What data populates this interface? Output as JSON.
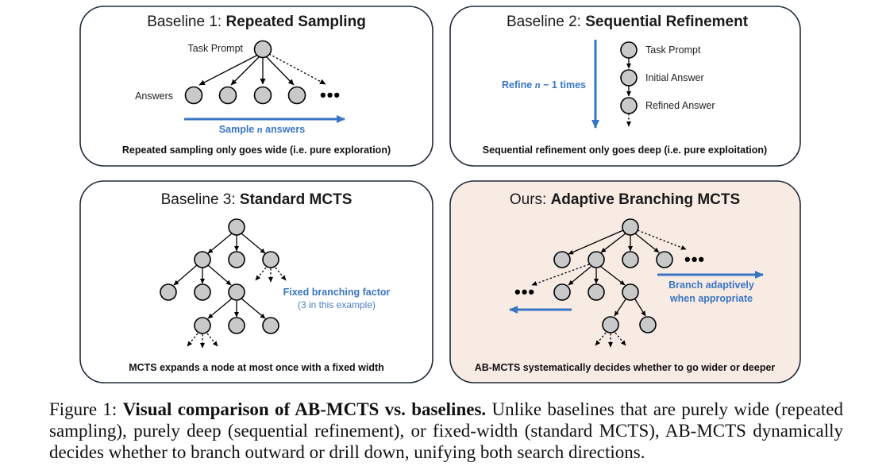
{
  "panels": {
    "p1": {
      "title_prefix": "Baseline 1: ",
      "title_bold": "Repeated Sampling",
      "task_prompt": "Task Prompt",
      "answers": "Answers",
      "arrow_pre": "Sample ",
      "arrow_var": "n",
      "arrow_post": " answers",
      "caption": "Repeated sampling only goes wide (i.e. pure exploration)"
    },
    "p2": {
      "title_prefix": "Baseline 2: ",
      "title_bold": "Sequential Refinement",
      "refine_pre": "Refine ",
      "refine_var": "n",
      "refine_post": " − 1 times",
      "node_labels": [
        "Task Prompt",
        "Initial Answer",
        "Refined Answer"
      ],
      "caption": "Sequential refinement only goes deep (i.e. pure exploitation)"
    },
    "p3": {
      "title_prefix": "Baseline 3: ",
      "title_bold": "Standard MCTS",
      "fixed_label": "Fixed branching factor",
      "fixed_sub": "(3 in this example)",
      "caption": "MCTS expands a node at most once with a fixed width"
    },
    "p4": {
      "title_prefix": "Ours: ",
      "title_bold": "Adaptive Branching MCTS",
      "branch_line1": "Branch adaptively",
      "branch_line2": "when appropriate",
      "caption": "AB-MCTS systematically decides whether to go wider or deeper"
    }
  },
  "ellipsis": "•••",
  "colors": {
    "accent": "#3a75c4",
    "panel4_bg": "#f8ebe4",
    "node_fill": "#c9c9c9"
  },
  "figure_caption": {
    "label": "Figure 1: ",
    "bold": "Visual comparison of AB-MCTS vs. baselines.",
    "text": " Unlike baselines that are purely wide (repeated sampling), purely deep (sequential refinement), or fixed-width (standard MCTS), AB-MCTS dynamically decides whether to branch outward or drill down, unifying both search directions."
  }
}
